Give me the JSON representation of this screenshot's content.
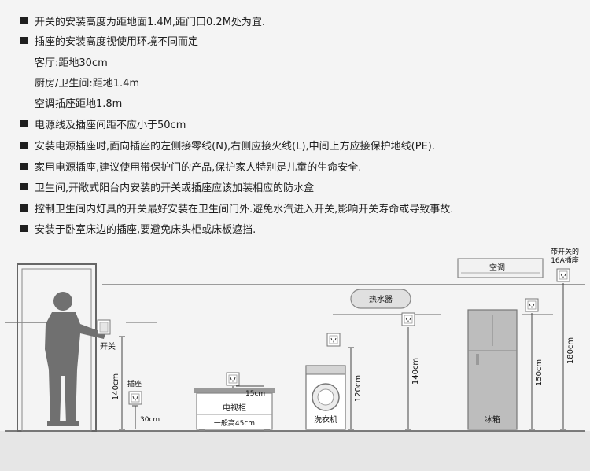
{
  "rules": [
    {
      "text": "开关的安装高度为距地面1.4M,距门口0.2M处为宜.",
      "bullet": true
    },
    {
      "text": "插座的安装高度视使用环境不同而定",
      "bullet": true
    },
    {
      "text": "客厅:距地30cm",
      "bullet": false
    },
    {
      "text": "厨房/卫生间:距地1.4m",
      "bullet": false
    },
    {
      "text": "空调插座距地1.8m",
      "bullet": false
    },
    {
      "text": "电源线及插座间距不应小于50cm",
      "bullet": true
    },
    {
      "text": "安装电源插座时,面向插座的左侧接零线(N),右侧应接火线(L),中间上方应接保护地线(PE).",
      "bullet": true
    },
    {
      "text": "家用电源插座,建议使用带保护门的产品,保护家人特别是儿童的生命安全.",
      "bullet": true
    },
    {
      "text": "卫生间,开敞式阳台内安装的开关或插座应该加装相应的防水盒",
      "bullet": true
    },
    {
      "text": "控制卫生间内灯具的开关最好安装在卫生间门外.避免水汽进入开关,影响开关寿命或导致事故.",
      "bullet": true
    },
    {
      "text": "安装于卧室床边的插座,要避免床头柜或床板遮挡.",
      "bullet": true
    }
  ],
  "diagram": {
    "switch_label": "开关",
    "socket_label": "插座",
    "dim_switch": "140cm",
    "dim_socket": "30cm",
    "tv_cabinet_label": "电视柜",
    "tv_cabinet_height": "一般高45cm",
    "tv_socket_gap": "15cm",
    "washer_label": "洗衣机",
    "washer_dim": "120cm",
    "heater_label": "热水器",
    "heater_dim": "140cm",
    "fridge_label": "冰箱",
    "fridge_dim": "150cm",
    "ac_label": "空调",
    "ac_socket_label_1": "带开关的",
    "ac_socket_label_2": "16A插座",
    "ac_dim": "180cm"
  },
  "colors": {
    "figure": "#6f6f6f",
    "line": "#555555",
    "background": "#f4f4f4"
  }
}
